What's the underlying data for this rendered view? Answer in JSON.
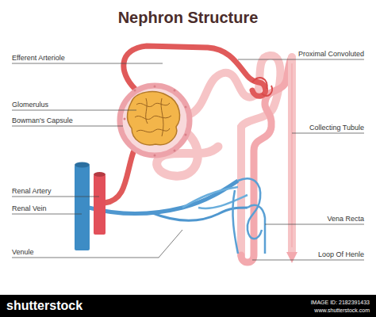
{
  "diagram": {
    "title": "Nephron Structure",
    "labels": [
      "Efferent Arteriole",
      "Glomerulus",
      "Bowman's Capsule",
      "Renal Artery",
      "Renal Vein",
      "Venule",
      "Proximal Convoluted",
      "Collecting Tubule",
      "Vena Recta",
      "Loop Of Henle",
      "shutterstock",
      "IMAGE ID: 2182391433",
      "www.shutterstock.com"
    ]
  }
}
